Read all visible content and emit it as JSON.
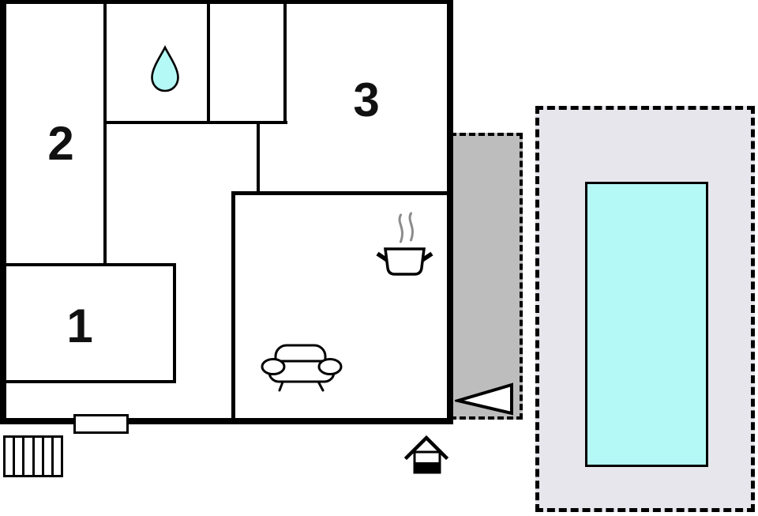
{
  "document": {
    "type": "vacation-home-floor-plan"
  },
  "theme": {
    "wall_color": "#000000",
    "water_color": "#b4f9f6",
    "terrace_color": "#bdbdbd",
    "pool_area_color": "#e7e6ec",
    "steam_color": "#8c8c8c",
    "label_color": "#111111",
    "background_color": "#ffffff"
  },
  "rooms": [
    {
      "id": "room-1",
      "label": "1"
    },
    {
      "id": "room-2",
      "label": "2"
    },
    {
      "id": "room-3",
      "label": "3"
    }
  ],
  "features": {
    "bathroom_icon": "water-drop",
    "kitchen_icon": "cooking-pot-with-steam",
    "living_room_icon": "sofa",
    "entrance_icon": "left-arrow",
    "house_icon": "house-with-dark-base",
    "outdoor_elements": [
      "terrace",
      "swimming-pool",
      "stairs",
      "entrance-door"
    ]
  }
}
